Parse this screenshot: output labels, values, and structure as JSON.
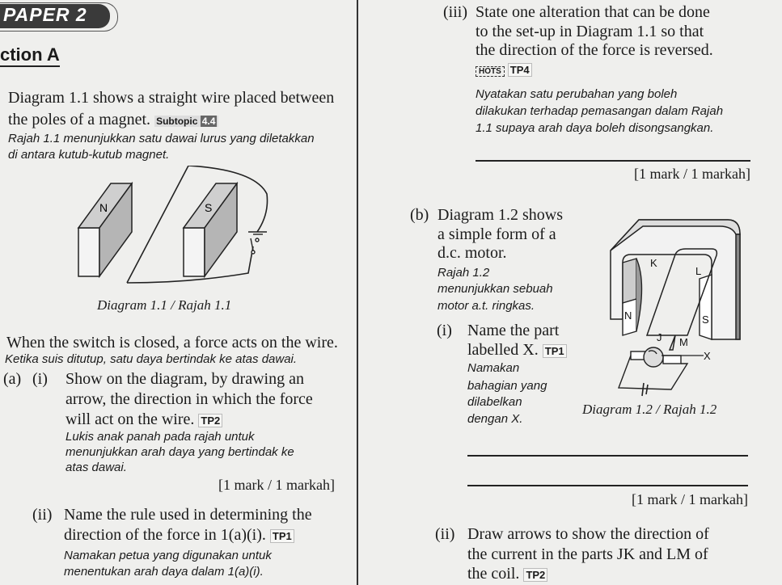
{
  "header": {
    "paper": "PAPER 2",
    "section": "ction A"
  },
  "intro": {
    "en_line1": "Diagram 1.1 shows a straight wire placed between",
    "en_line2": "the poles of a magnet.",
    "subtopic_label": "Subtopic",
    "subtopic_num": "4.4",
    "ms_line1": "Rajah 1.1 menunjukkan satu dawai lurus yang diletakkan",
    "ms_line2": "di antara kutub-kutub magnet."
  },
  "diagram1": {
    "north": "N",
    "south": "S",
    "caption": "Diagram 1.1 / Rajah 1.1"
  },
  "stem": {
    "en": "When the switch is closed, a force acts on the wire.",
    "ms": "Ketika suis ditutup, satu daya bertindak ke atas dawai."
  },
  "qa_i": {
    "num": "(a)",
    "sub": "(i)",
    "en": [
      "Show on the diagram, by drawing an",
      "arrow, the direction in which the force",
      "will act on the wire."
    ],
    "tag": "TP2",
    "ms": [
      "Lukis anak panah pada rajah untuk",
      "menunjukkan arah daya yang bertindak ke",
      "atas dawai."
    ],
    "mark": "[1 mark / 1 markah]"
  },
  "qa_ii": {
    "sub": "(ii)",
    "en": [
      "Name the rule used in determining the",
      "direction of the force in 1(a)(i)."
    ],
    "tag": "TP1",
    "ms": [
      "Namakan petua yang digunakan untuk",
      "menentukan arah daya dalam 1(a)(i)."
    ]
  },
  "qa_iii": {
    "sub": "(iii)",
    "en": [
      "State one alteration that can be done",
      "to the set-up in Diagram 1.1 so that",
      "the direction of the force is reversed."
    ],
    "hots": "HOTS",
    "tag": "TP4",
    "ms": [
      "Nyatakan satu perubahan yang boleh",
      "dilakukan terhadap pemasangan dalam Rajah",
      "1.1 supaya arah daya boleh disongsangkan."
    ],
    "mark": "[1 mark / 1 markah]"
  },
  "qb": {
    "num": "(b)",
    "en": [
      "Diagram 1.2 shows",
      "a simple form of a",
      "d.c. motor."
    ],
    "ms": [
      "Rajah 1.2",
      "menunjukkan sebuah",
      "motor a.t. ringkas."
    ]
  },
  "qb_i": {
    "sub": "(i)",
    "en": [
      "Name the part",
      "labelled X."
    ],
    "tag": "TP1",
    "ms": [
      "Namakan",
      "bahagian yang",
      "dilabelkan",
      "dengan X."
    ],
    "mark": "[1 mark / 1 markah]"
  },
  "diagram2": {
    "labels": {
      "k": "K",
      "l": "L",
      "n": "N",
      "s": "S",
      "j": "J",
      "m": "M",
      "x": "X"
    },
    "caption": "Diagram 1.2 / Rajah 1.2"
  },
  "qb_ii": {
    "sub": "(ii)",
    "en": [
      "Draw arrows to show the direction of",
      "the current in the parts JK and LM of",
      "the coil."
    ],
    "tag": "TP2"
  }
}
